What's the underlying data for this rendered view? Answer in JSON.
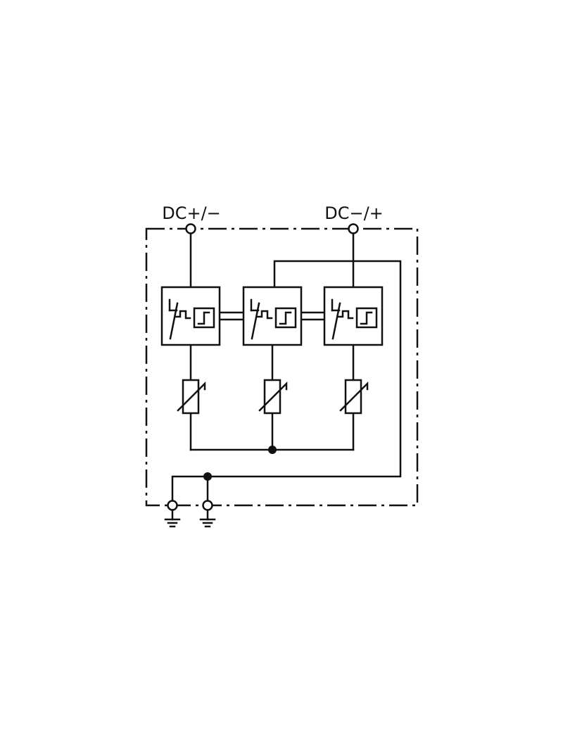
{
  "diagram": {
    "terminal_left_label": "DC+/−",
    "terminal_right_label": "DC−/+",
    "colors": {
      "line": "#111111",
      "background": "#ffffff"
    },
    "components": [
      "thermal-disconnector-module",
      "thermal-disconnector-module",
      "thermal-disconnector-module",
      "varistor",
      "varistor",
      "varistor",
      "ground-symbol",
      "ground-symbol"
    ]
  }
}
